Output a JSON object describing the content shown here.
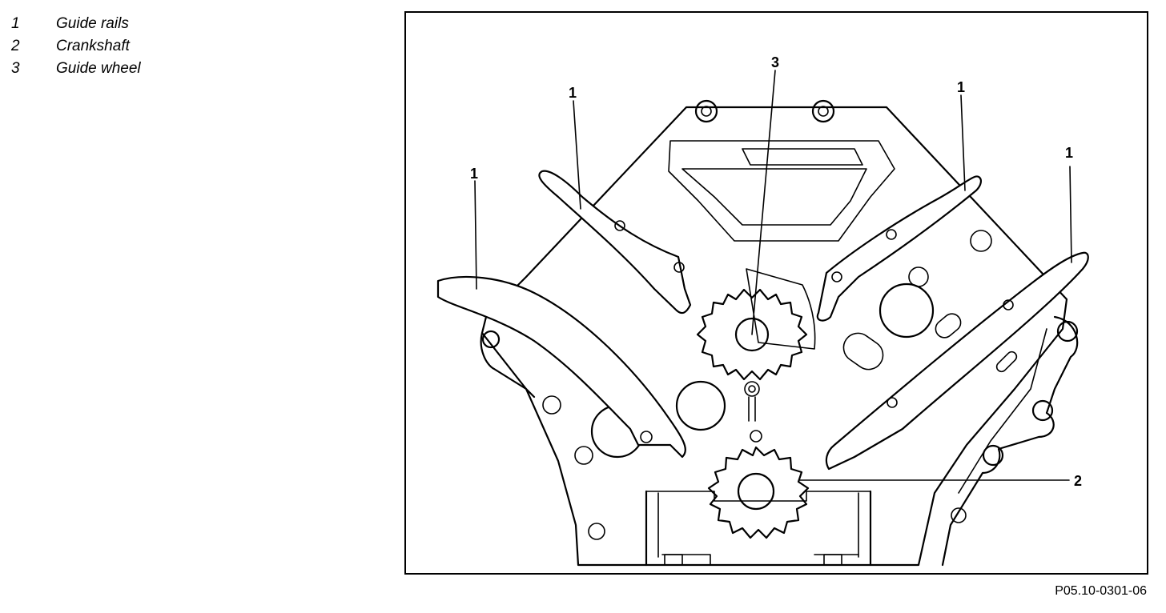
{
  "legend": [
    {
      "number": "1",
      "label": "Guide rails"
    },
    {
      "number": "2",
      "label": "Crankshaft"
    },
    {
      "number": "3",
      "label": "Guide wheel"
    }
  ],
  "callouts": {
    "guide_rail": "1",
    "crankshaft": "2",
    "guide_wheel": "3"
  },
  "figure_code": "P05.10-0301-06"
}
